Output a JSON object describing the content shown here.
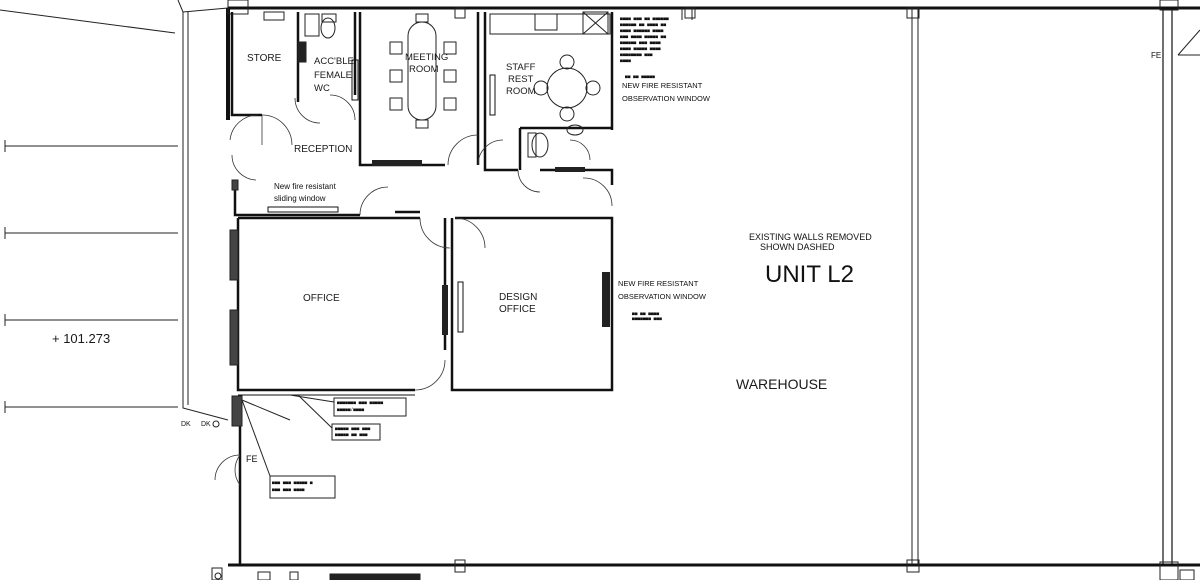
{
  "rooms": {
    "store": "STORE",
    "accessible_wc_1": "ACC'BLE",
    "accessible_wc_2": "FEMALE",
    "accessible_wc_3": "WC",
    "meeting_1": "MEETING",
    "meeting_2": "ROOM",
    "staff_1": "STAFF",
    "staff_2": "REST",
    "staff_3": "ROOM",
    "reception": "RECEPTION",
    "office": "OFFICE",
    "design_1": "DESIGN",
    "design_2": "OFFICE",
    "warehouse": "WAREHOUSE"
  },
  "notes": {
    "sliding_window_1": "New fire resistant",
    "sliding_window_2": "sliding window",
    "observation_window_1": "NEW FIRE RESISTANT",
    "observation_window_2": "OBSERVATION WINDOW",
    "observation_window_top_1": "NEW FIRE RESISTANT",
    "observation_window_top_2": "OBSERVATION WINDOW",
    "existing_walls_1": "EXISTING  WALLS  REMOVED",
    "existing_walls_2": "SHOWN  DASHED",
    "fe_left": "FE",
    "fe_right": "FE",
    "dk_1": "DK",
    "dk_2": "DK"
  },
  "unit_title": "UNIT  L2",
  "level_marker": "+ 101.273"
}
